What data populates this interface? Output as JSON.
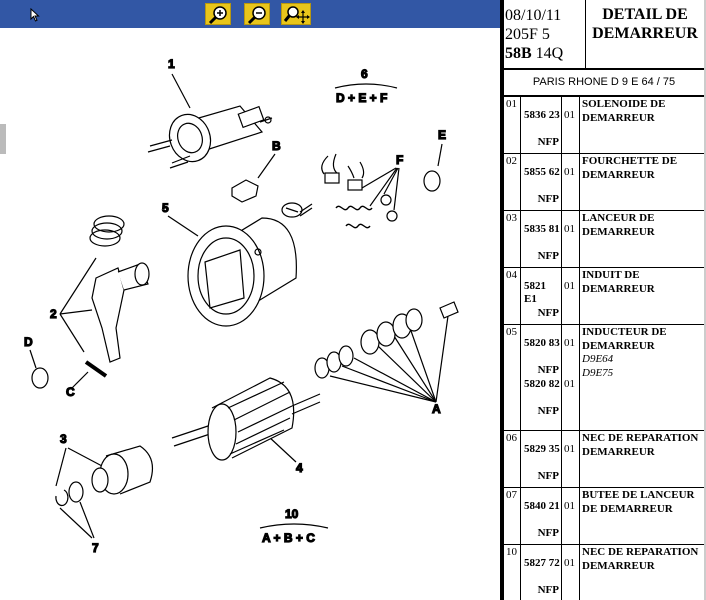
{
  "toolbar": {
    "tools": [
      "zoom-in-icon",
      "zoom-out-icon",
      "zoom-pan-icon"
    ]
  },
  "diagram": {
    "labels": {
      "n1": "1",
      "n2": "2",
      "n3": "3",
      "n4": "4",
      "n5": "5",
      "n6": "6",
      "n7": "7",
      "n10": "10",
      "A": "A",
      "B": "B",
      "C": "C",
      "D": "D",
      "E": "E",
      "F": "F",
      "kit6": "D + E + F",
      "kit10": "A + B + C"
    }
  },
  "header": {
    "date": "08/10/11",
    "model_line": "205F 5",
    "code_bold": "58B",
    "code_rest": " 14Q",
    "title": "DETAIL DE DEMARREUR"
  },
  "model_row": "PARIS RHONE D 9 E 64 / 75",
  "parts": [
    {
      "pos": "01",
      "refs": [
        {
          "ref": "5836 23",
          "nfp": "NFP",
          "qty": "01"
        }
      ],
      "desc": "SOLENOIDE DE DEMARREUR",
      "notes": []
    },
    {
      "pos": "02",
      "refs": [
        {
          "ref": "5855 62",
          "nfp": "NFP",
          "qty": "01"
        }
      ],
      "desc": "FOURCHETTE DE DEMARREUR",
      "notes": []
    },
    {
      "pos": "03",
      "refs": [
        {
          "ref": "5835 81",
          "nfp": "NFP",
          "qty": "01"
        }
      ],
      "desc": "LANCEUR DE DEMARREUR",
      "notes": []
    },
    {
      "pos": "04",
      "refs": [
        {
          "ref": "5821 E1",
          "nfp": "NFP",
          "qty": "01"
        }
      ],
      "desc": "INDUIT DE DEMARREUR",
      "notes": []
    },
    {
      "pos": "05",
      "refs": [
        {
          "ref": "5820 83",
          "nfp": "NFP",
          "qty": "01"
        },
        {
          "ref": "5820 82",
          "nfp": "NFP",
          "qty": "01"
        }
      ],
      "desc": "INDUCTEUR DE DEMARREUR",
      "notes": [
        "D9E64",
        "D9E75"
      ]
    },
    {
      "pos": "06",
      "refs": [
        {
          "ref": "5829 35",
          "nfp": "NFP",
          "qty": "01"
        }
      ],
      "desc": "NEC DE REPARATION DEMARREUR",
      "notes": []
    },
    {
      "pos": "07",
      "refs": [
        {
          "ref": "5840 21",
          "nfp": "NFP",
          "qty": "01"
        }
      ],
      "desc": "BUTEE DE LANCEUR DE DEMARREUR",
      "notes": []
    },
    {
      "pos": "10",
      "refs": [
        {
          "ref": "5827 72",
          "nfp": "NFP",
          "qty": "01"
        }
      ],
      "desc": "NEC DE REPARATION DEMARREUR",
      "notes": []
    }
  ]
}
